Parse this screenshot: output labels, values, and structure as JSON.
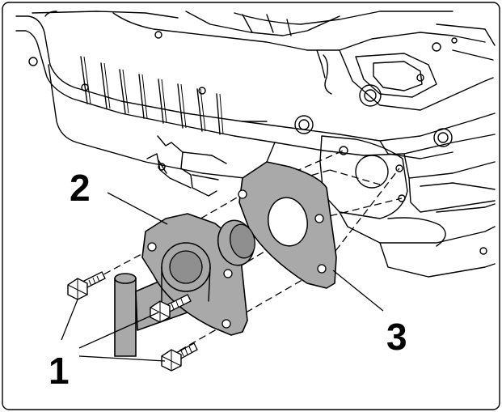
{
  "diagram": {
    "callouts": [
      {
        "id": "callout-1",
        "text": "1"
      },
      {
        "id": "callout-2",
        "text": "2"
      },
      {
        "id": "callout-3",
        "text": "3"
      }
    ],
    "parts": {
      "bolts": "hex-flange-bolt-icon",
      "flange": "mounting-flange",
      "gasket": "gasket",
      "frame": "engine-subframe"
    },
    "colors": {
      "background": "#ffffff",
      "line": "#000000",
      "part_fill": "#a9a9a9",
      "frame_border": "#000000"
    }
  }
}
